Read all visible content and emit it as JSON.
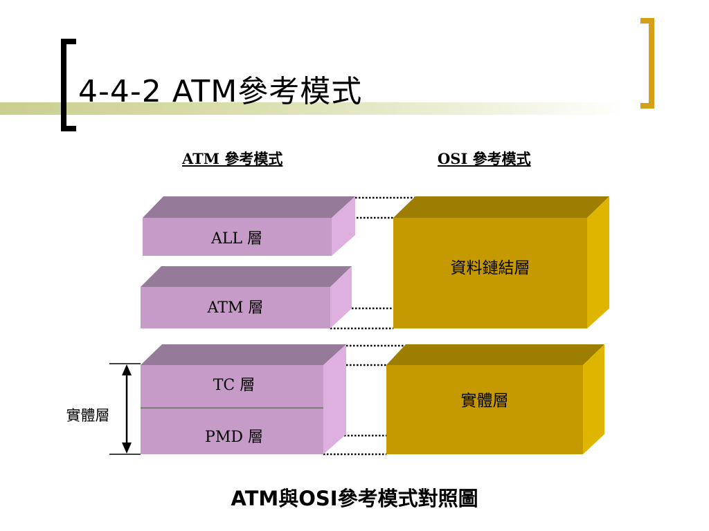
{
  "slide": {
    "title": "4-4-2  ATM參考模式",
    "caption": "ATM與OSI參考模式對照圖"
  },
  "diagram": {
    "atm_heading": "ATM 參考模式",
    "osi_heading": "OSI 參考模式",
    "atm_layers": {
      "all": "ALL 層",
      "atm": "ATM 層",
      "tc": "TC 層",
      "pmd": "PMD 層"
    },
    "osi_layers": {
      "data_link": "資料鏈結層",
      "physical": "實體層"
    },
    "physical_bracket_label": "實體層"
  },
  "colors": {
    "bracket": "#d4a017",
    "atm_front": "#c69bc8",
    "atm_top": "#967a9a",
    "atm_side": "#ddb0df",
    "osi_front": "#c49a00",
    "osi_top": "#9d7e00",
    "osi_side": "#e0b500"
  }
}
